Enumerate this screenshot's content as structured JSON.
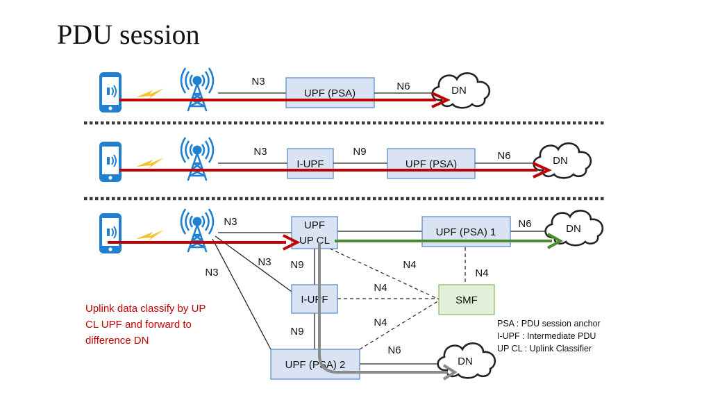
{
  "title": "PDU session",
  "colors": {
    "uplink_red": "#c00000",
    "uplink_green": "#4e8a2e",
    "uplink_gray": "#8a8a8a",
    "upf_box_fill": "#dae3f3",
    "upf_box_stroke": "#5b8ec8",
    "smf_box_fill": "#e2efd9",
    "smf_box_stroke": "#8fbc6a",
    "phone_blue": "#1f7fd0",
    "tower_blue": "#1f7fd0",
    "lightning": "#f2c230",
    "separator": "#3a3a3a"
  },
  "icons": [
    "phone-icon",
    "cell-tower-icon",
    "lightning-icon",
    "cloud-icon"
  ],
  "scenario1": {
    "n3": "N3",
    "upf_psa": "UPF (PSA)",
    "n6": "N6",
    "dn": "DN"
  },
  "scenario2": {
    "n3": "N3",
    "i_upf": "I-UPF",
    "n9": "N9",
    "upf_psa": "UPF (PSA)",
    "n6": "N6",
    "dn": "DN"
  },
  "scenario3": {
    "n3_top": "N3",
    "upf_ul_cl_line1": "UPF",
    "upf_ul_cl_line2": "UP CL",
    "upf_psa1": "UPF (PSA) 1",
    "n6_top": "N6",
    "dn_top": "DN",
    "n3_mid": "N3",
    "n9_mid": "N9",
    "n4_a": "N4",
    "n4_b": "N4",
    "n3_left": "N3",
    "n4_c": "N4",
    "i_upf": "I-UPF",
    "smf": "SMF",
    "n4_d": "N4",
    "n9_low": "N9",
    "n6_low": "N6",
    "upf_psa2": "UPF (PSA) 2",
    "dn_low": "DN"
  },
  "note": {
    "line1": "Uplink data classify by UP",
    "line2": "CL UPF and forward to",
    "line3": "difference DN"
  },
  "legend": {
    "line1": "PSA : PDU session anchor",
    "line2": "I-UPF : Intermediate PDU",
    "line3": "UP CL : Uplink Classifier"
  }
}
